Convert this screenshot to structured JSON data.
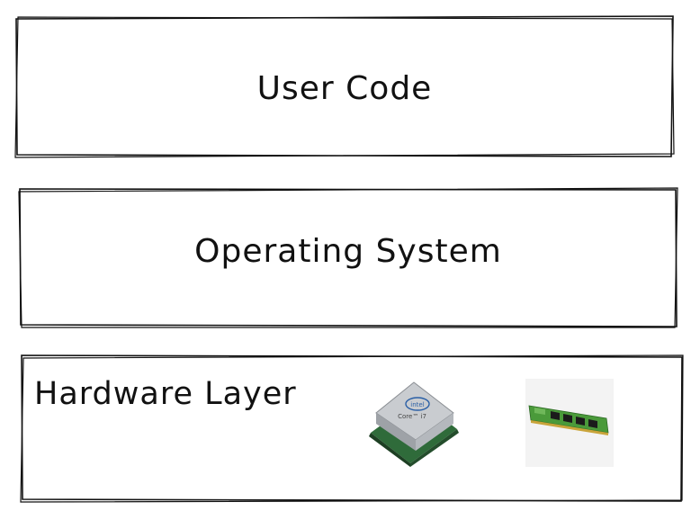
{
  "layers": {
    "user_code": {
      "label": "User Code"
    },
    "operating_system": {
      "label": "Operating System"
    },
    "hardware": {
      "label": "Hardware Layer",
      "cpu_chip_text": {
        "brand": "intel",
        "model": "Core™ i7"
      }
    }
  },
  "colors": {
    "stroke": "#111111",
    "background": "#ffffff",
    "ram_board": "#4a9a3a",
    "chip_lid": "#c9ccd0"
  },
  "icons": [
    "cpu-icon",
    "ram-stick-icon"
  ]
}
